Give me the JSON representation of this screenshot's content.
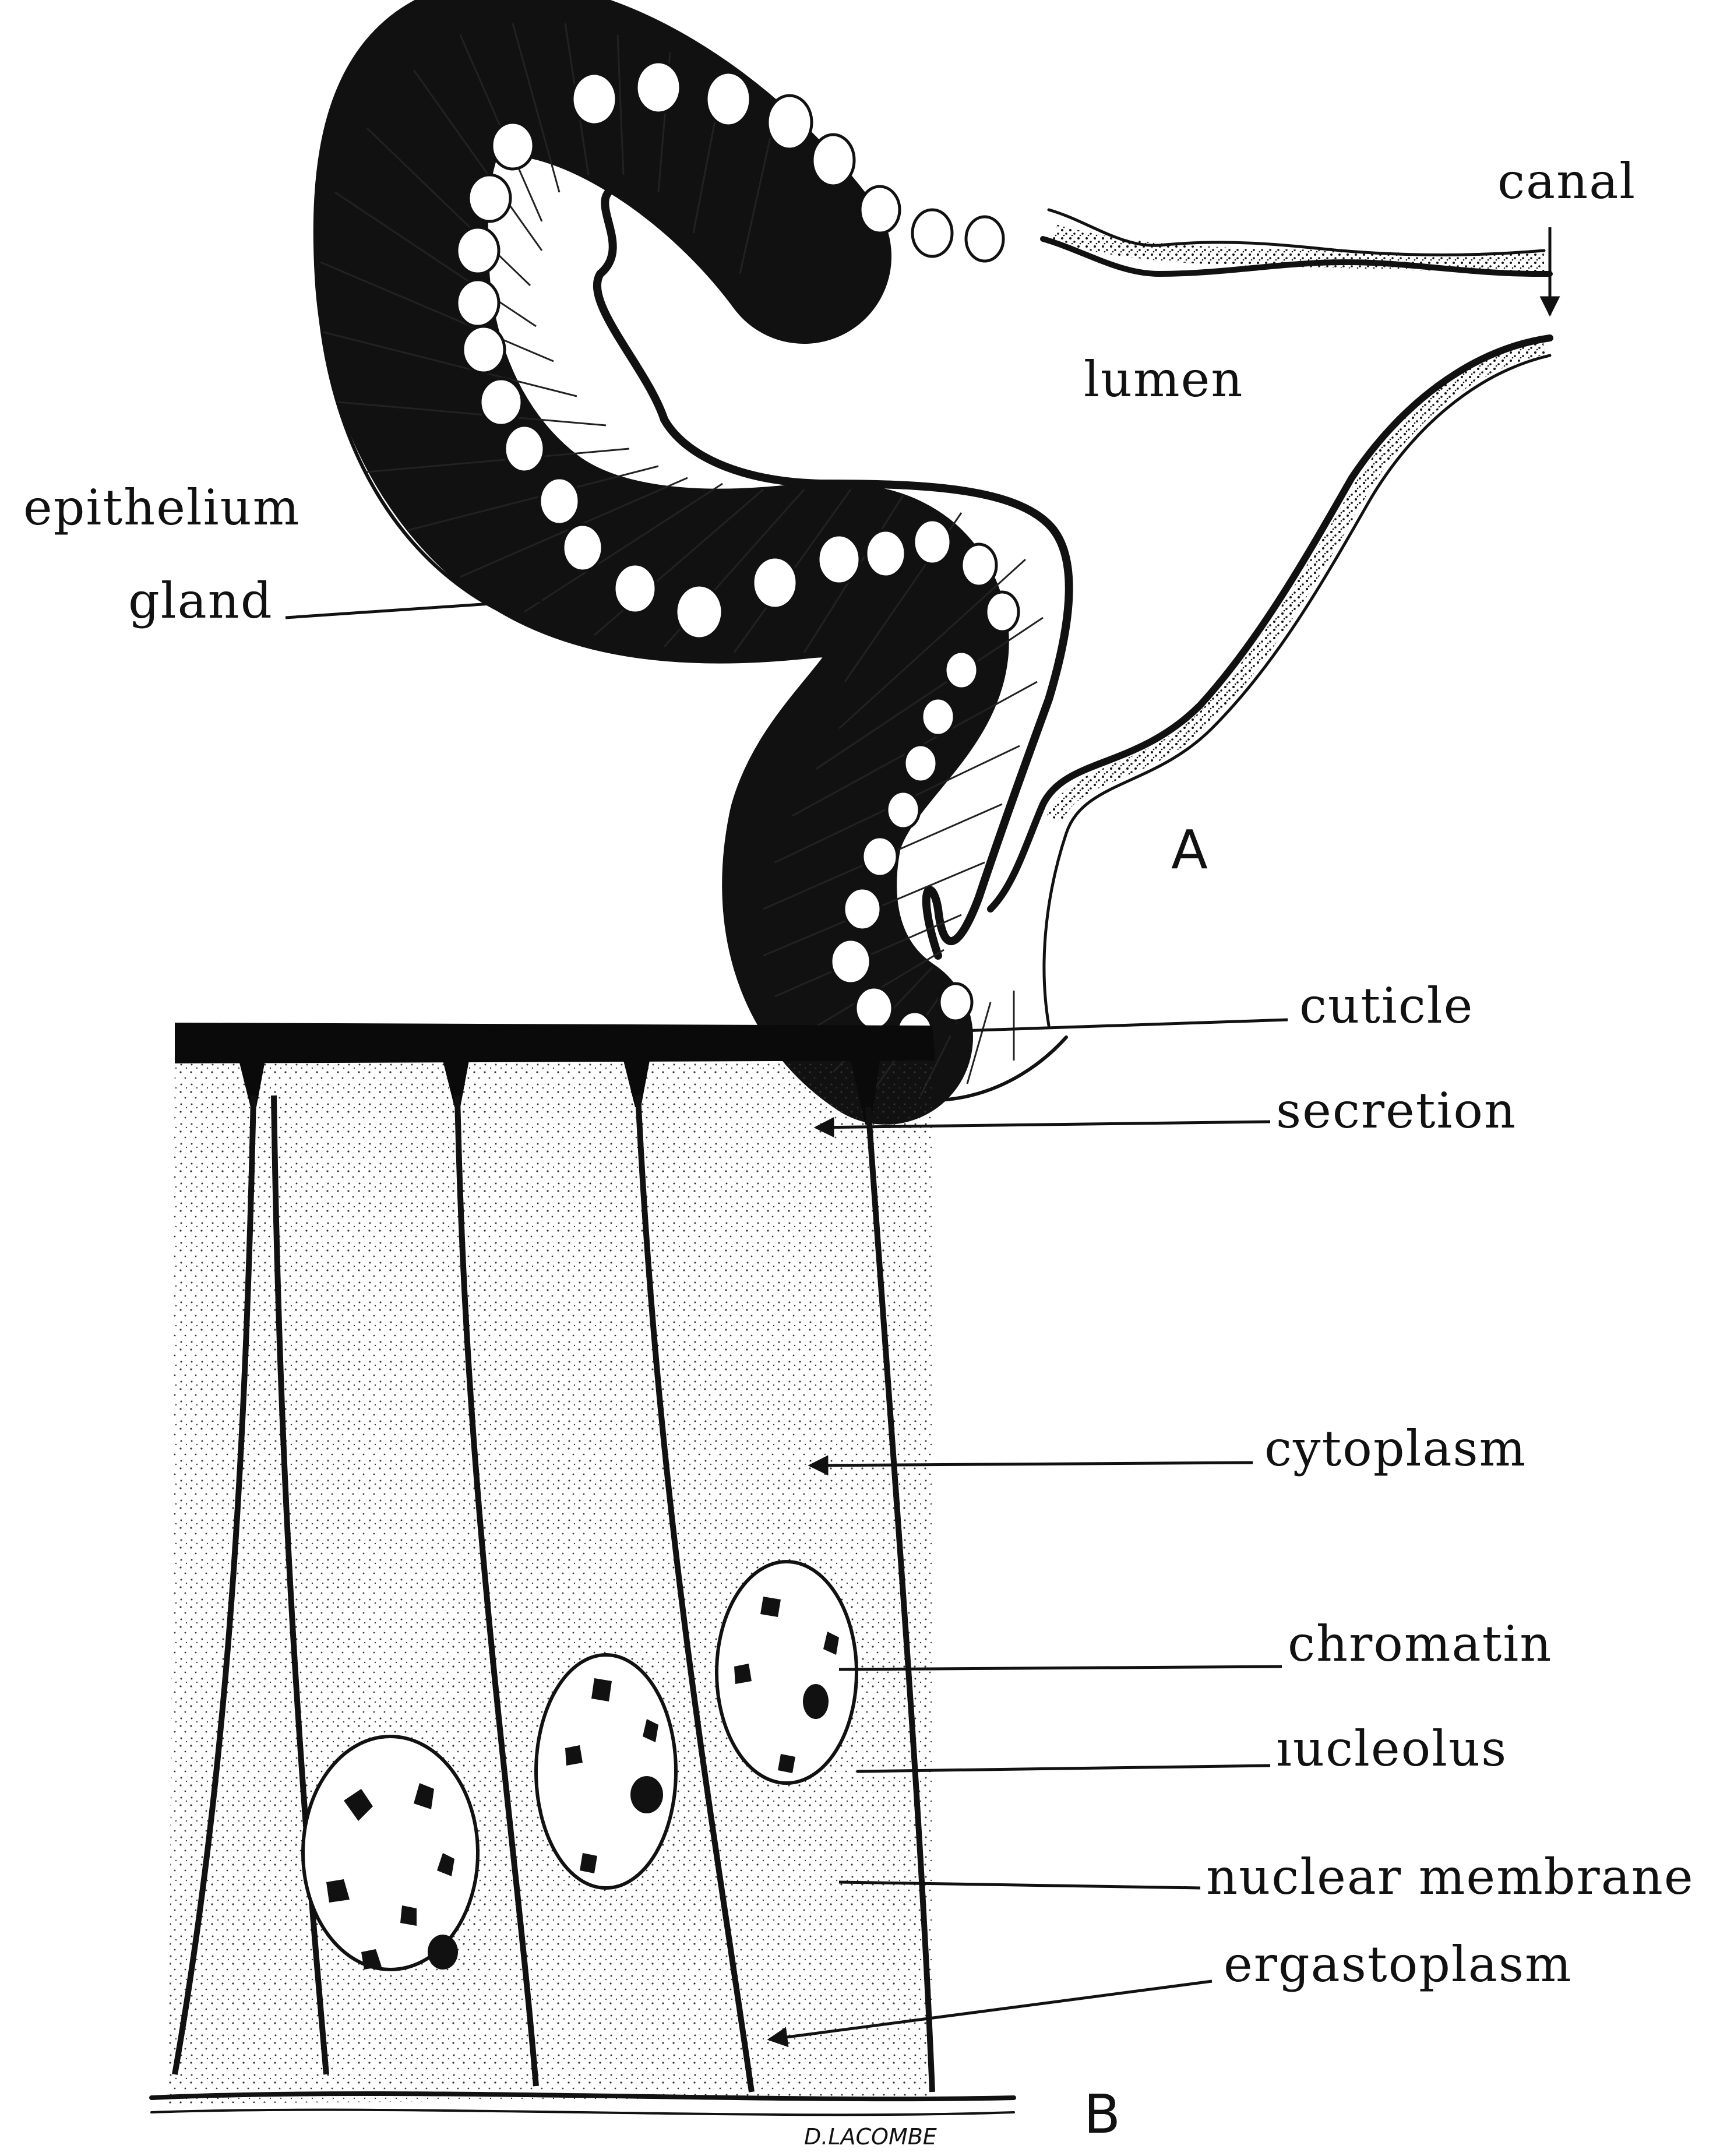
{
  "panels": {
    "a": "A",
    "b": "B"
  },
  "labels": {
    "canal": "canal",
    "lumen": "lumen",
    "epithelium_gland": [
      "epithelium",
      "gland"
    ],
    "cuticle": "cuticle",
    "secretion": "secretion",
    "cytoplasm": "cytoplasm",
    "chromatin": "chromatin",
    "nucleolus": "ıucleolus",
    "nuclear_membrane": "nuclear membrane",
    "ergastoplasm": "ergastoplasm"
  },
  "signature": "D.LACOMBE",
  "colors": {
    "ink": "#111111",
    "paper": "#ffffff"
  }
}
